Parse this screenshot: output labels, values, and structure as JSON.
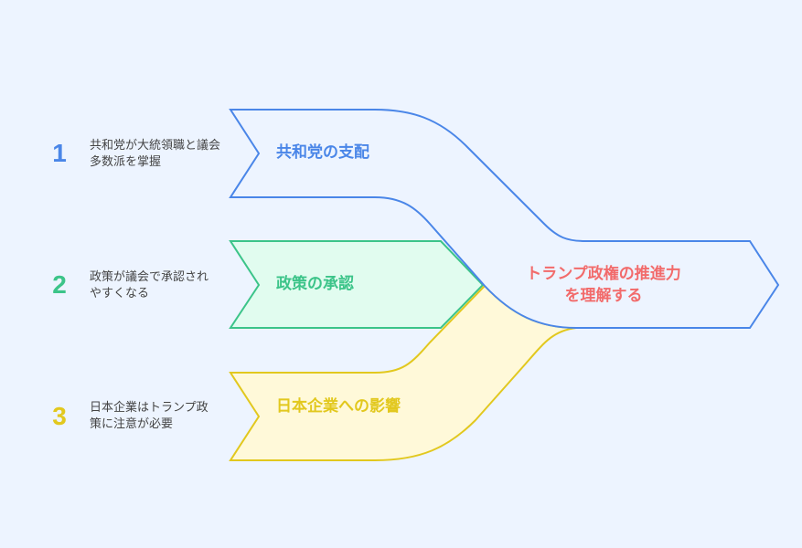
{
  "colors": {
    "blue": "#4A86E8",
    "green": "#3CC489",
    "yellow": "#E2C81E",
    "red": "#F26B6B",
    "background": "#EDF4FF"
  },
  "steps": [
    {
      "number": "1",
      "description": "共和党が大統領職と議会多数派を掌握",
      "label": "共和党の支配"
    },
    {
      "number": "2",
      "description": "政策が議会で承認されやすくなる",
      "label": "政策の承認"
    },
    {
      "number": "3",
      "description": "日本企業はトランプ政策に注意が必要",
      "label": "日本企業への影響"
    }
  ],
  "outcome": "トランプ政権の推進力を理解する"
}
